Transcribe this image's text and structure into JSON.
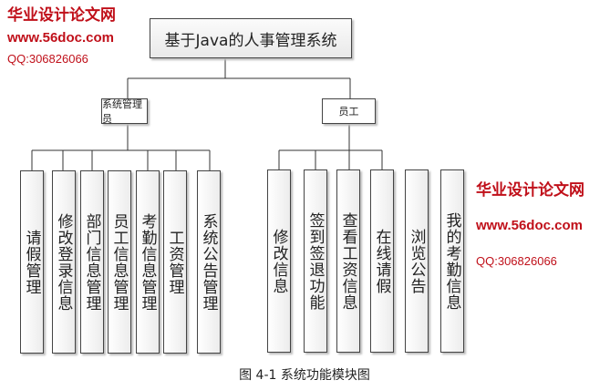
{
  "root": {
    "label": "基于Java的人事管理系统"
  },
  "roles": [
    {
      "label": "系统管理员",
      "children": [
        "请假管理",
        "修改登录信息",
        "部门信息管理",
        "员工信息管理",
        "考勤信息管理",
        "工资管理",
        "系统公告管理"
      ]
    },
    {
      "label": "员工",
      "children": [
        "修改信息",
        "签到签退功能",
        "查看工资信息",
        "在线请假",
        "浏览公告",
        "我的考勤信息"
      ]
    }
  ],
  "caption": "图 4-1 系统功能模块图",
  "watermark": {
    "site_name": "华业设计论文网",
    "url": "www.56doc.com",
    "qq": "QQ:306826066",
    "color": "#c0101a"
  }
}
